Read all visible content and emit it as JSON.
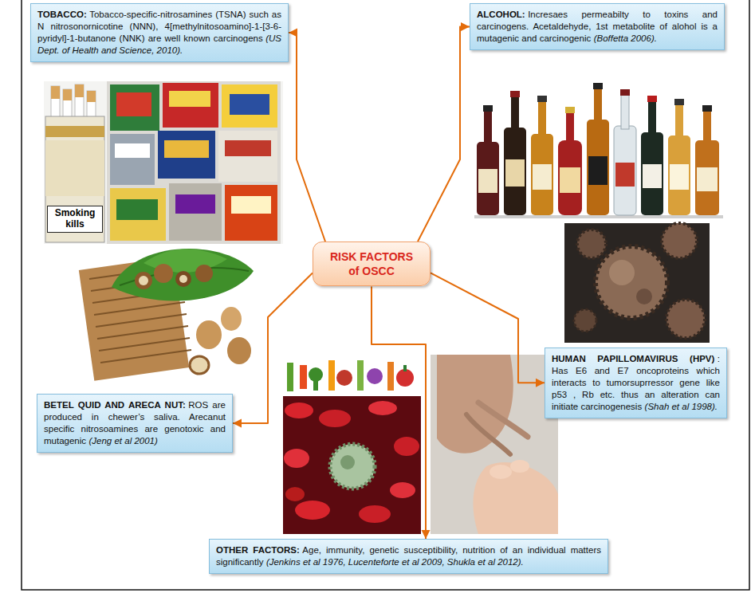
{
  "diagram": {
    "nodes": [
      {
        "text": [
          "TOBACCO:",
          "Tobacco-specific-nitrosamines (TSNA) such as N nitrosonornicotine (NNN), 4[methylnitosoamino]-1-[3-6-pyridyl]-1-butanone (NNK) are well known carcinogens",
          "(US Dept. of Health and Science, 2010)."
        ]
      },
      {
        "text": [
          "ALCOHOL:",
          "Incresaes permeabilty to toxins and carcinogens. Acetaldehyde, 1st metabolite of alohol is a mutagenic and carcinogenic",
          "(Boffetta 2006)."
        ]
      },
      {
        "text": [
          "RISK FACTORS of OSCC"
        ]
      },
      {
        "text": [
          "HUMAN PAPILLOMAVIRUS (HPV)",
          ": Has E6 and E7 oncoproteins which interacts to tumorsuprressor gene like p53 , Rb etc. thus an alteration can initiate carcinogenesis",
          "(Shah et al 1998)."
        ]
      },
      {
        "text": [
          "BETEL QUID AND ARECA NUT:",
          "ROS are produced in chewer’s saliva. Arecanut specific nitrosoamines are genotoxic and mutagenic",
          "(Jeng et al 2001)"
        ]
      },
      {
        "text": [
          "OTHER FACTORS:",
          "Age, immunity, genetic susceptibility, nutrition of an individual matters significantly",
          "(Jenkins et al 1976, Lucenteforte et al 2009, Shukla et al 2012)."
        ]
      }
    ],
    "edges": [
      {
        "from": 2,
        "to": 0,
        "arrow": "to"
      },
      {
        "from": 2,
        "to": 1,
        "arrow": "to"
      },
      {
        "from": 2,
        "to": 3,
        "arrow": "to"
      },
      {
        "from": 2,
        "to": 4,
        "arrow": "to"
      },
      {
        "from": 2,
        "to": 5,
        "arrow": "to"
      }
    ],
    "labels": [
      "Smoking kills"
    ]
  }
}
